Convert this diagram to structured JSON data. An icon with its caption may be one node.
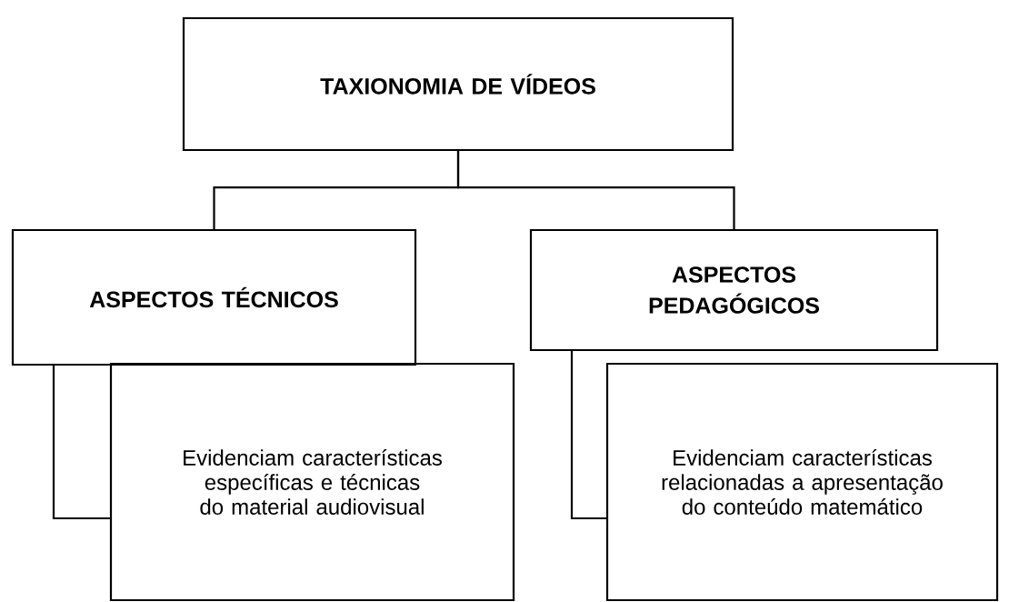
{
  "diagram": {
    "nodes": [
      {
        "text": [
          "TAXIONOMIA DE VÍDEOS"
        ]
      },
      {
        "text": [
          "ASPECTOS TÉCNICOS"
        ]
      },
      {
        "text": [
          "ASPECTOS PEDAGÓGICOS"
        ]
      },
      {
        "text": [
          "Evidenciam características específicas e técnicas do material audiovisual"
        ]
      },
      {
        "text": [
          "Evidenciam características relacionadas a apresentação do conteúdo matemático"
        ]
      }
    ],
    "edges": [
      {
        "from": 0,
        "to": 1,
        "arrow": "none"
      },
      {
        "from": 0,
        "to": 2,
        "arrow": "none"
      },
      {
        "from": 1,
        "to": 3,
        "arrow": "none"
      },
      {
        "from": 2,
        "to": 4,
        "arrow": "none"
      }
    ]
  }
}
